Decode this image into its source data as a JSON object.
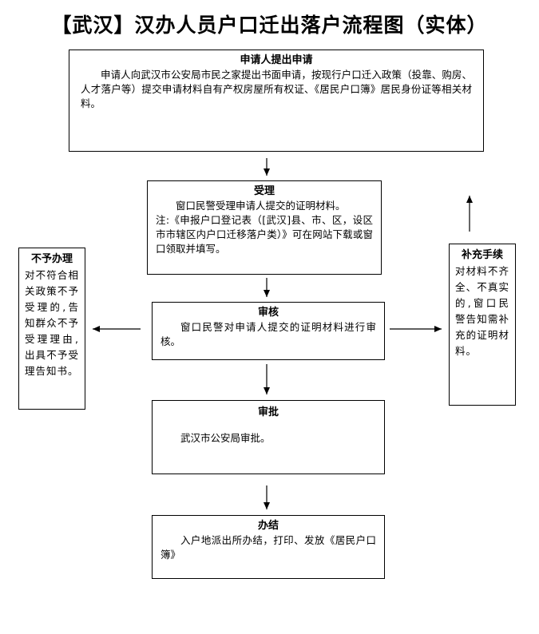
{
  "title": "【武汉】汉办人员户口迁出落户流程图（实体）",
  "steps": {
    "apply": {
      "heading": "申请人提出申请",
      "text": "申请人向武汉市公安局市民之家提出书面申请，按现行户口迁入政策（投靠、购房、人才落户等）提交申请材料自有产权房屋所有权证、《居民户口簿》居民身份证等相关材料。"
    },
    "accept": {
      "heading": "受理",
      "text": "窗口民警受理申请人提交的证明材料。",
      "note": "注:《申报户口登记表（[武汉]县、市、区，设区市市辖区内户口迁移落户类）》可在网站下载或窗口领取并填写。"
    },
    "review": {
      "heading": "审核",
      "text": "窗口民警对申请人提交的证明材料进行审核。"
    },
    "approve": {
      "heading": "审批",
      "text": "武汉市公安局审批。"
    },
    "complete": {
      "heading": "办结",
      "text": "入户地派出所办结，打印、发放《居民户口簿》"
    },
    "reject": {
      "heading": "不予办理",
      "text": "对不符合相关政策不予受理的,告知群众不予受理理由,出具不予受理告知书。"
    },
    "supplement": {
      "heading": "补充手续",
      "text": "对材料不齐全、不真实的,窗口民警告知需补充的证明材料。"
    }
  }
}
